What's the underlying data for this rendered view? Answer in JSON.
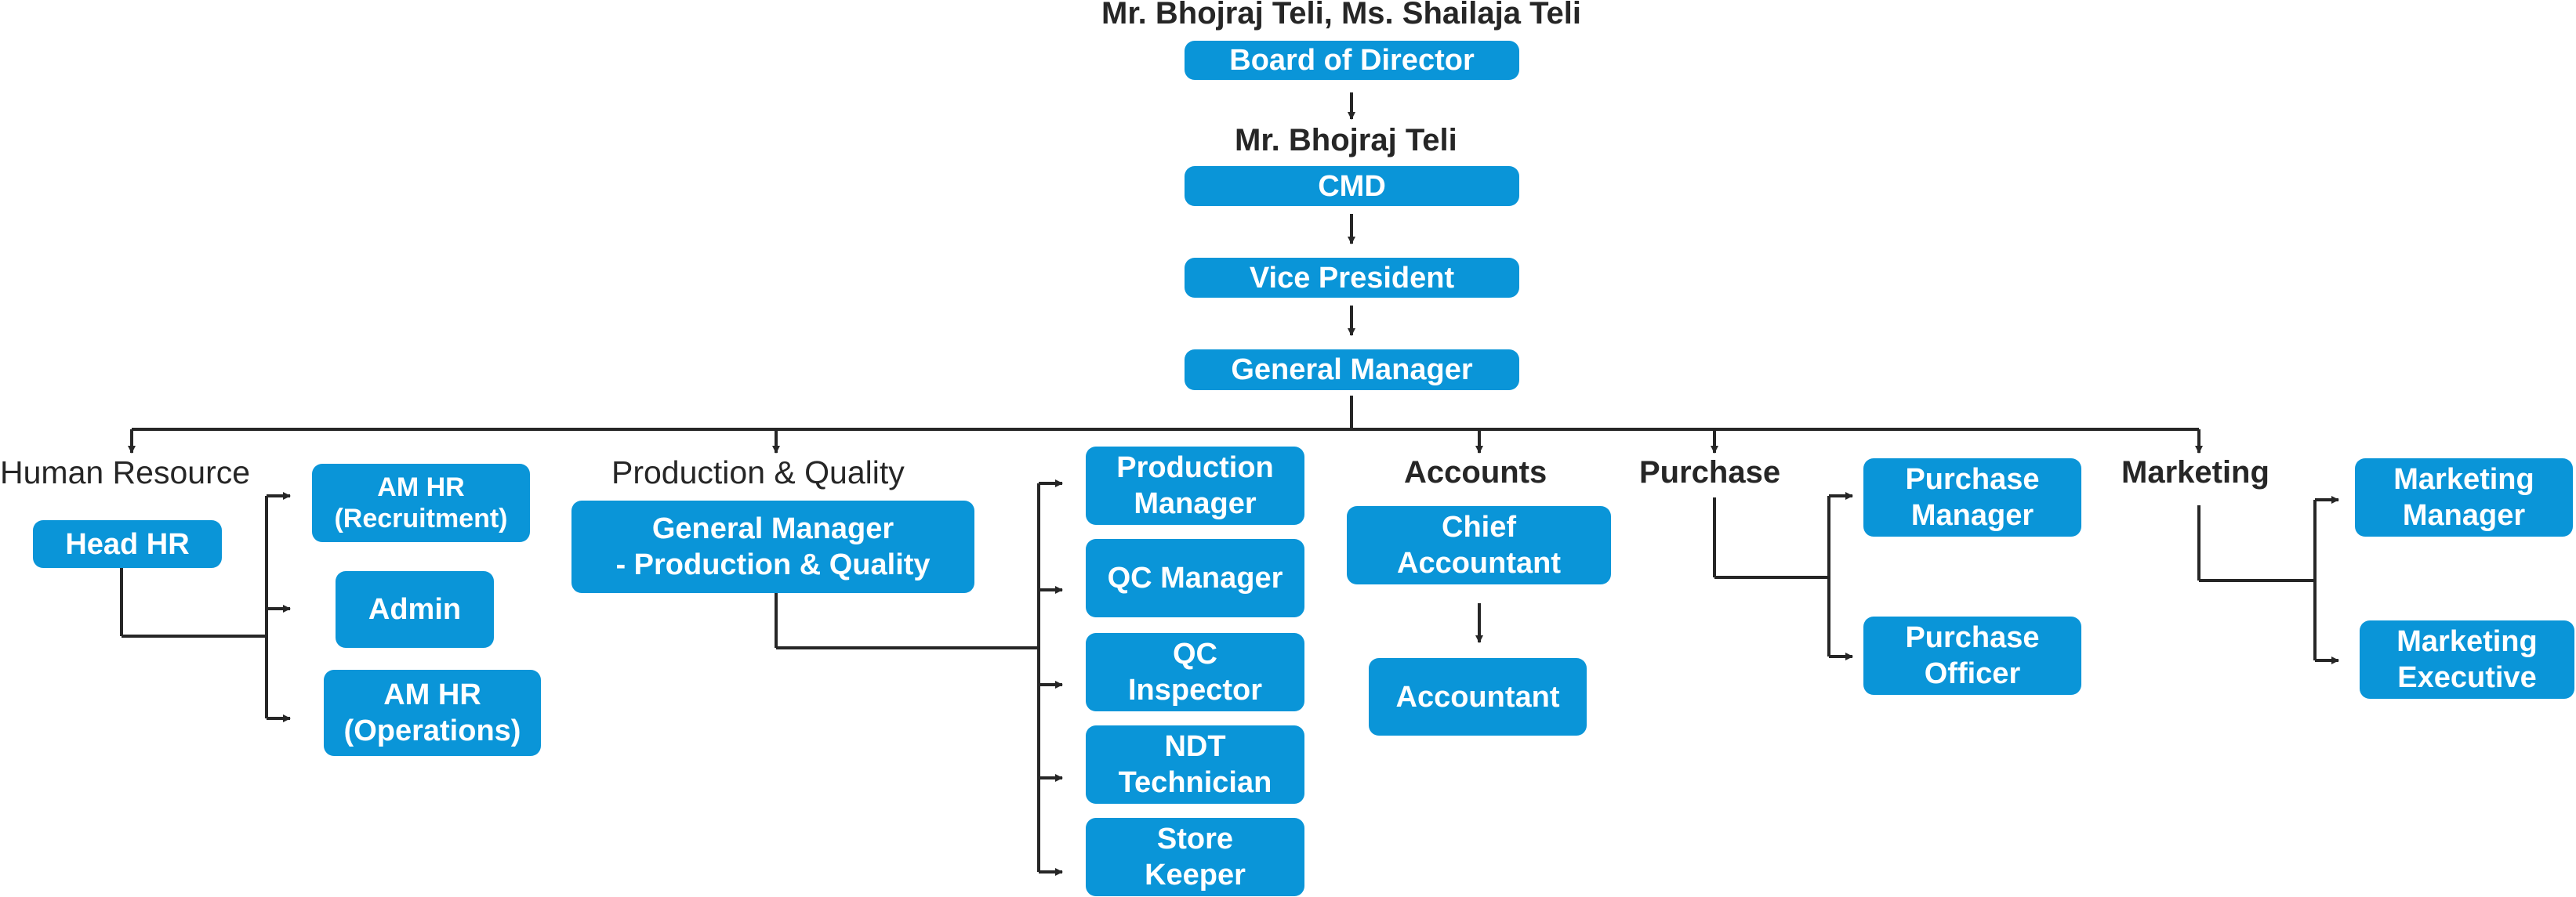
{
  "top_names": "Mr. Bhojraj Teli, Ms. Shailaja Teli",
  "board": "Board of Director",
  "cmd_name": "Mr. Bhojraj Teli",
  "cmd": "CMD",
  "vp": "Vice President",
  "gm": "General Manager",
  "departments": {
    "hr": {
      "label": "Human Resource",
      "head": "Head HR",
      "subs": [
        "AM HR\n(Recruitment)",
        "Admin",
        "AM HR\n(Operations)"
      ]
    },
    "production": {
      "label": "Production & Quality",
      "head": "General Manager\n- Production & Quality",
      "subs": [
        "Production\nManager",
        "QC Manager",
        "QC\nInspector",
        "NDT\nTechnician",
        "Store\nKeeper"
      ]
    },
    "accounts": {
      "label": "Accounts",
      "head": "Chief\nAccountant",
      "subs": [
        "Accountant"
      ]
    },
    "purchase": {
      "label": "Purchase",
      "subs": [
        "Purchase\nManager",
        "Purchase\nOfficer"
      ]
    },
    "marketing": {
      "label": "Marketing",
      "subs": [
        "Marketing\nManager",
        "Marketing\nExecutive"
      ]
    }
  },
  "colors": {
    "box": "#0a95d8",
    "box_text": "#ffffff",
    "line": "#262626",
    "label": "#262626"
  }
}
